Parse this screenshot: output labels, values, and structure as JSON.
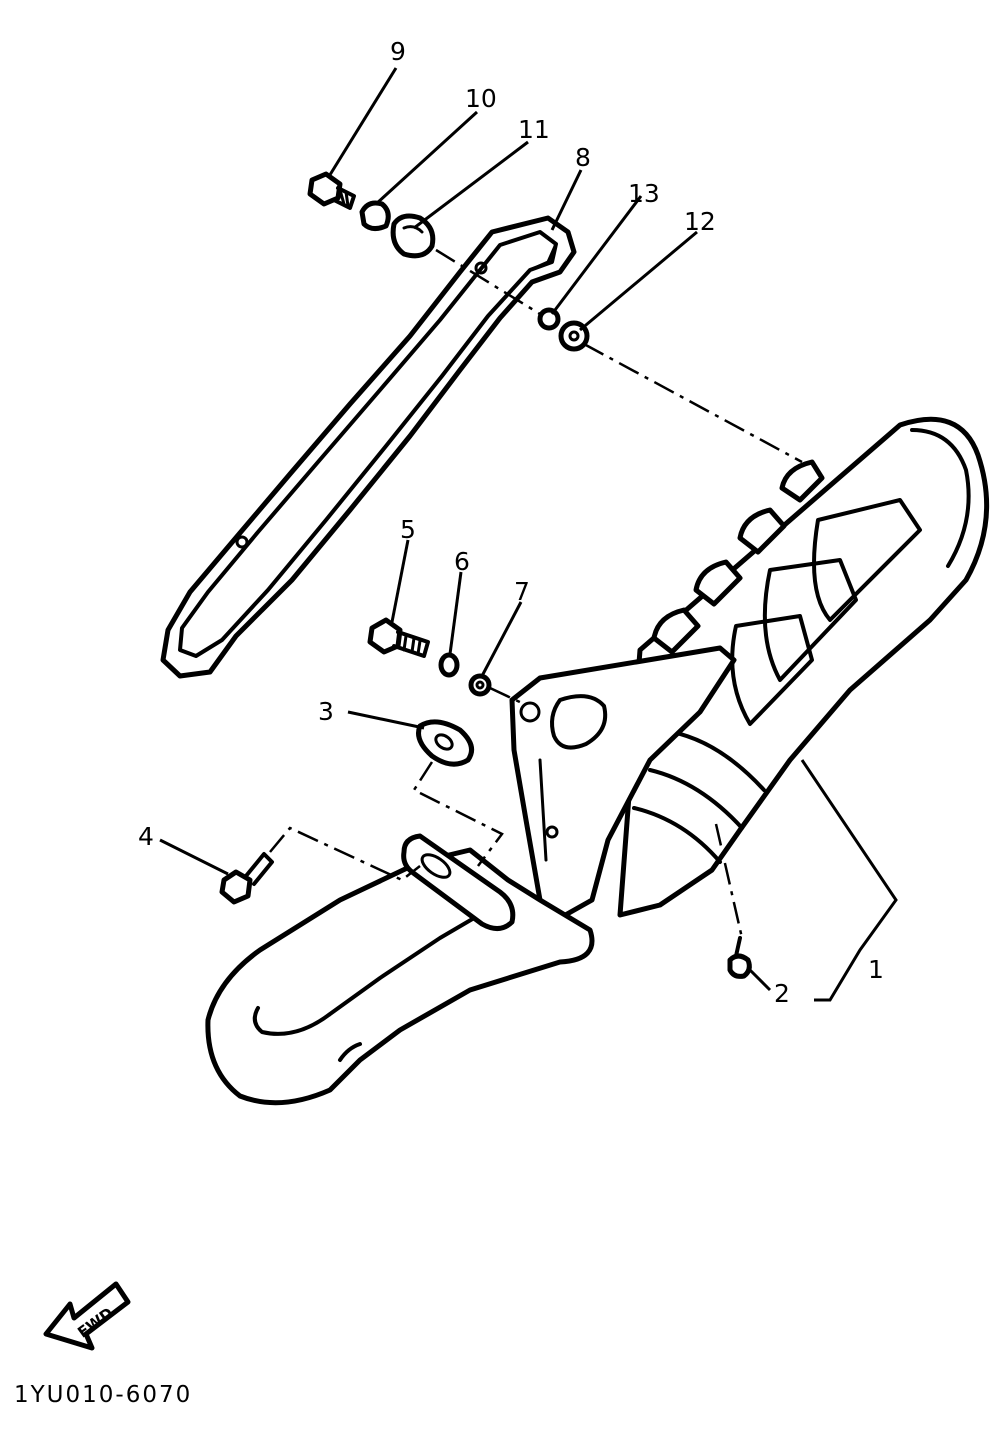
{
  "callouts": {
    "c1": "1",
    "c2": "2",
    "c3": "3",
    "c4": "4",
    "c5": "5",
    "c6": "6",
    "c7": "7",
    "c8": "8",
    "c9": "9",
    "c10": "10",
    "c11": "11",
    "c12": "12",
    "c13": "13"
  },
  "fwd_label": "FWD",
  "drawing_code": "1YU010-6070",
  "colors": {
    "ink": "#000000",
    "paper": "#ffffff"
  },
  "icons": {
    "direction_arrow": "fwd-arrow-icon"
  }
}
